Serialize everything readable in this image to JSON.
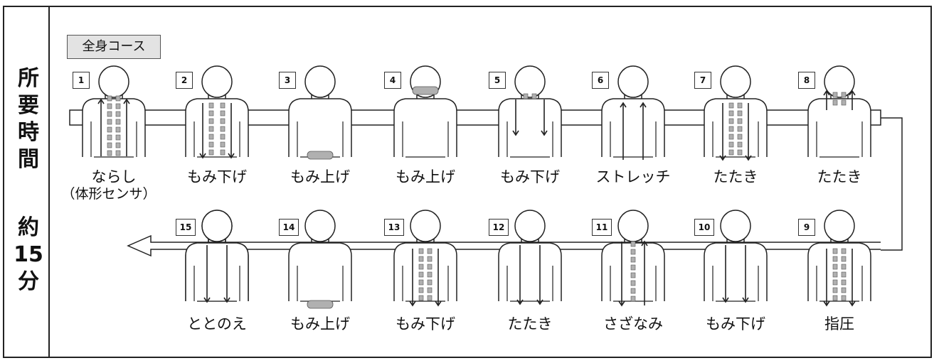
{
  "side_label": {
    "line1": "所",
    "line2": "要",
    "line3": "時",
    "line4": "間",
    "line5": "約",
    "line6": "15",
    "line7": "分"
  },
  "course_title": "全身コース",
  "steps": [
    {
      "num": "1",
      "label": "ならし",
      "sublabel": "（体形センサ）"
    },
    {
      "num": "2",
      "label": "もみ下げ"
    },
    {
      "num": "3",
      "label": "もみ上げ"
    },
    {
      "num": "4",
      "label": "もみ上げ"
    },
    {
      "num": "5",
      "label": "もみ下げ"
    },
    {
      "num": "6",
      "label": "ストレッチ"
    },
    {
      "num": "7",
      "label": "たたき"
    },
    {
      "num": "8",
      "label": "たたき"
    },
    {
      "num": "9",
      "label": "指圧"
    },
    {
      "num": "10",
      "label": "もみ下げ"
    },
    {
      "num": "11",
      "label": "さざなみ"
    },
    {
      "num": "12",
      "label": "たたき"
    },
    {
      "num": "13",
      "label": "もみ下げ"
    },
    {
      "num": "14",
      "label": "もみ上げ"
    },
    {
      "num": "15",
      "label": "ととのえ"
    }
  ],
  "colors": {
    "line": "#222222",
    "band_fill": "#ffffff",
    "badge_fill": "#e3e3e3",
    "roller_fill": "#b0b0b0"
  }
}
